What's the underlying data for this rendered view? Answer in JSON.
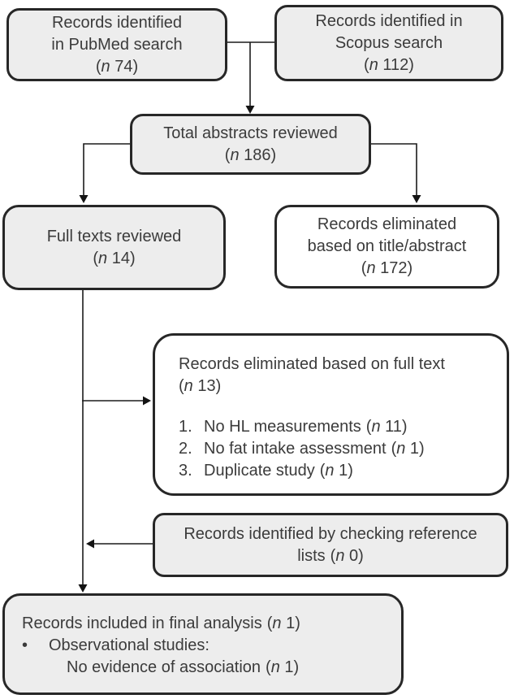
{
  "n_symbol": "n",
  "colors": {
    "box_fill_gray": "#ededed",
    "box_fill_white": "#ffffff",
    "box_border": "#272727",
    "text": "#3b3b3b",
    "connector_line": "#1c1c1c",
    "arrowhead": "#141414"
  },
  "boxes": {
    "pubmed": {
      "line1": "Records identified",
      "line2": "in PubMed search",
      "n": "74"
    },
    "scopus": {
      "line1": "Records identified in",
      "line2": "Scopus search",
      "n": "112"
    },
    "total": {
      "line1": "Total abstracts reviewed",
      "n": "186"
    },
    "full_texts": {
      "line1": "Full texts reviewed",
      "n": "14"
    },
    "eliminated_title_abstract": {
      "line1": "Records eliminated",
      "line2": "based on title/abstract",
      "n": "172"
    },
    "eliminated_full_text": {
      "title": "Records eliminated based on full text",
      "n": "13",
      "items": [
        {
          "marker": "1.",
          "text": "No HL measurements",
          "n": "11"
        },
        {
          "marker": "2.",
          "text": "No fat intake assessment",
          "n": "1"
        },
        {
          "marker": "3.",
          "text": "Duplicate study",
          "n": "1"
        }
      ]
    },
    "reference_lists": {
      "line1": "Records identified by checking reference",
      "line2_prefix": "lists",
      "n": "0"
    },
    "final": {
      "title": "Records included in final analysis",
      "n": "1",
      "bullet": "•",
      "bullet_text": "Observational studies:",
      "sub_text": "No evidence of association",
      "sub_n": "1"
    }
  }
}
